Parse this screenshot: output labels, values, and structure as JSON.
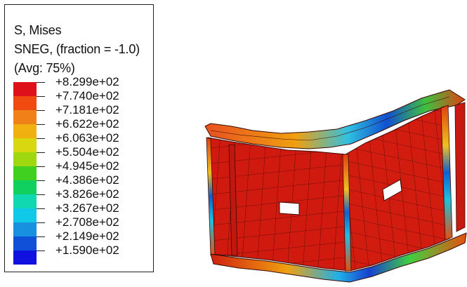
{
  "legend": {
    "title_line1": "S, Mises",
    "title_line2": "SNEG, (fraction = -1.0)",
    "title_line3": "(Avg: 75%)",
    "values": [
      "+8.299e+02",
      "+7.740e+02",
      "+7.181e+02",
      "+6.622e+02",
      "+6.063e+02",
      "+5.504e+02",
      "+4.945e+02",
      "+4.386e+02",
      "+3.826e+02",
      "+3.267e+02",
      "+2.708e+02",
      "+2.149e+02",
      "+1.590e+02"
    ],
    "colors": [
      "#e0101a",
      "#f04a10",
      "#f08018",
      "#f0b010",
      "#d8d810",
      "#a0d810",
      "#40d020",
      "#10d060",
      "#10d8b0",
      "#10c8e8",
      "#1890e0",
      "#1050d8",
      "#1010e0"
    ]
  }
}
